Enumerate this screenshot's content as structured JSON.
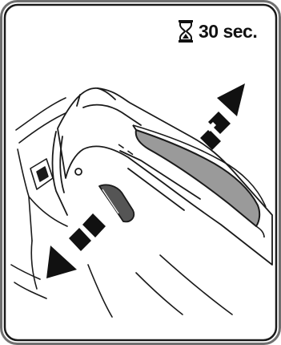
{
  "timer": {
    "label": "30 sec.",
    "icon": "hourglass-icon"
  },
  "illustration": {
    "subject": "device-handle-release",
    "arrows": [
      "diagonal-arrow-up-right",
      "diagonal-arrow-down-left"
    ]
  },
  "colors": {
    "frame_outer": "#6f6f6f",
    "frame_inner": "#1a1a1a",
    "line": "#1a1a1a",
    "lever_fill": "#9a9a9a",
    "background": "#ffffff"
  }
}
